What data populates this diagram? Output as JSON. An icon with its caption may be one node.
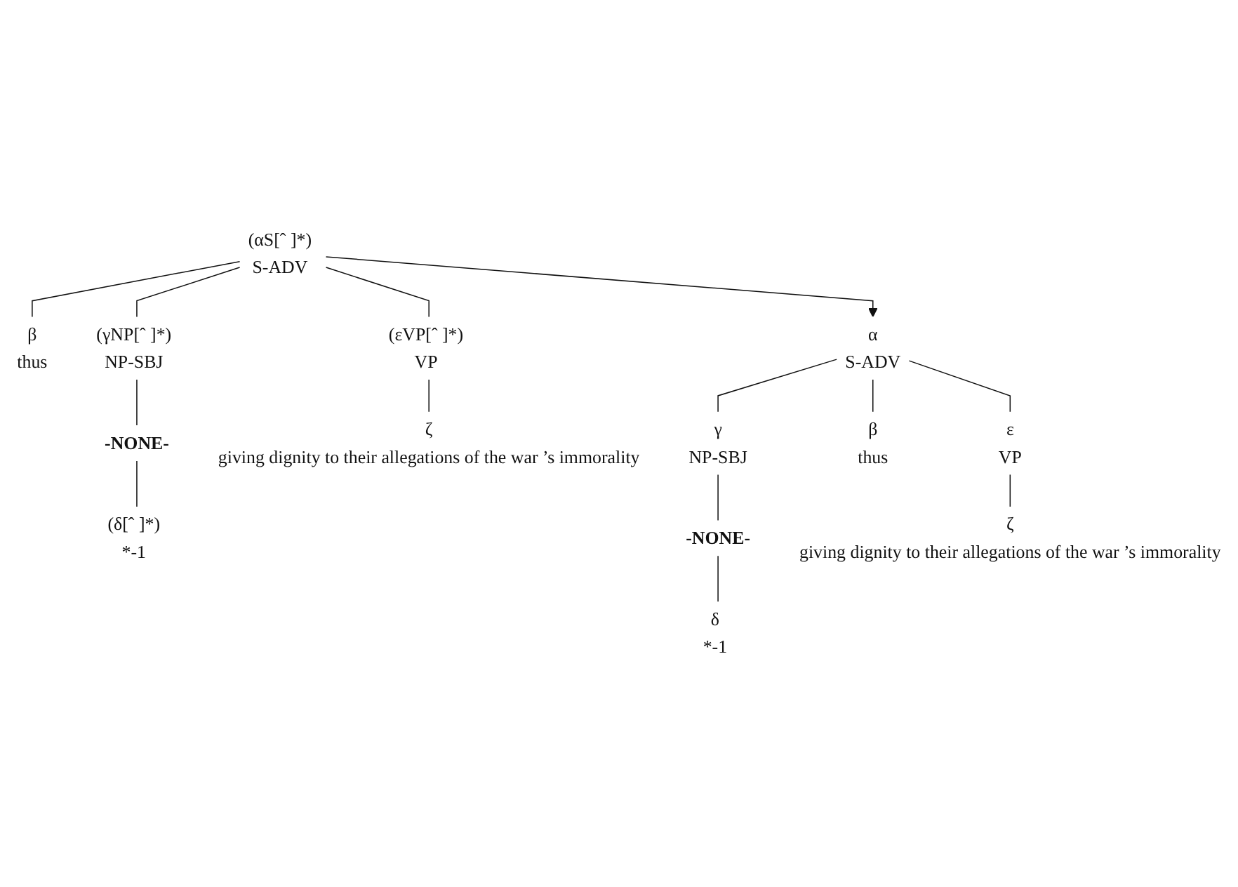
{
  "diagram": {
    "nodes": [
      {
        "text": [
          "(αS[ˆ ]*)",
          "S-ADV"
        ]
      },
      {
        "text": [
          "β",
          "thus"
        ]
      },
      {
        "text": [
          "(γNP[ˆ ]*)",
          "NP-SBJ"
        ]
      },
      {
        "text": [
          "-NONE-"
        ]
      },
      {
        "text": [
          "(δ[ˆ ]*)",
          "*-1"
        ]
      },
      {
        "text": [
          "(εVP[ˆ ]*)",
          "VP"
        ]
      },
      {
        "text": [
          "ζ",
          "giving dignity to their allegations of the war ’s immorality"
        ]
      },
      {
        "text": [
          "α",
          "S-ADV"
        ]
      },
      {
        "text": [
          "γ",
          "NP-SBJ"
        ]
      },
      {
        "text": [
          "-NONE-"
        ]
      },
      {
        "text": [
          "δ",
          "*-1"
        ]
      },
      {
        "text": [
          "β",
          "thus"
        ]
      },
      {
        "text": [
          "ε",
          "VP"
        ]
      },
      {
        "text": [
          "ζ",
          "giving dignity to their allegations of the war ’s immorality"
        ]
      }
    ],
    "edges": [
      {
        "from": 0,
        "to": 1,
        "arrow": "none"
      },
      {
        "from": 0,
        "to": 2,
        "arrow": "none"
      },
      {
        "from": 2,
        "to": 3,
        "arrow": "none"
      },
      {
        "from": 3,
        "to": 4,
        "arrow": "none"
      },
      {
        "from": 0,
        "to": 5,
        "arrow": "none"
      },
      {
        "from": 5,
        "to": 6,
        "arrow": "none"
      },
      {
        "from": 0,
        "to": 7,
        "arrow": "to"
      },
      {
        "from": 7,
        "to": 8,
        "arrow": "none"
      },
      {
        "from": 8,
        "to": 9,
        "arrow": "none"
      },
      {
        "from": 9,
        "to": 10,
        "arrow": "none"
      },
      {
        "from": 7,
        "to": 11,
        "arrow": "none"
      },
      {
        "from": 7,
        "to": 12,
        "arrow": "none"
      },
      {
        "from": 12,
        "to": 13,
        "arrow": "none"
      }
    ]
  }
}
